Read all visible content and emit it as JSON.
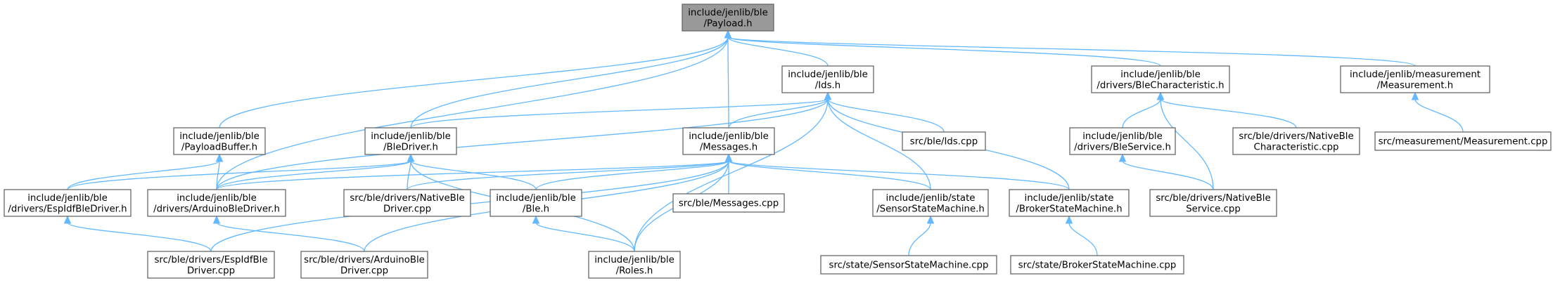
{
  "graph": {
    "nodes": [
      {
        "id": "payload",
        "lines": [
          "include/jenlib/ble",
          "/Payload.h"
        ],
        "root": true
      },
      {
        "id": "ids_h",
        "lines": [
          "include/jenlib/ble",
          "/Ids.h"
        ]
      },
      {
        "id": "blechar_h",
        "lines": [
          "include/jenlib/ble",
          "/drivers/BleCharacteristic.h"
        ]
      },
      {
        "id": "measurement_h",
        "lines": [
          "include/jenlib/measurement",
          "/Measurement.h"
        ]
      },
      {
        "id": "payloadbuffer_h",
        "lines": [
          "include/jenlib/ble",
          "/PayloadBuffer.h"
        ]
      },
      {
        "id": "bledriver_h",
        "lines": [
          "include/jenlib/ble",
          "/BleDriver.h"
        ]
      },
      {
        "id": "messages_h",
        "lines": [
          "include/jenlib/ble",
          "/Messages.h"
        ]
      },
      {
        "id": "ids_cpp",
        "lines": [
          "src/ble/Ids.cpp"
        ]
      },
      {
        "id": "bleservice_h",
        "lines": [
          "include/jenlib/ble",
          "/drivers/BleService.h"
        ]
      },
      {
        "id": "nativeblechar_cpp",
        "lines": [
          "src/ble/drivers/NativeBle",
          "Characteristic.cpp"
        ]
      },
      {
        "id": "measurement_cpp",
        "lines": [
          "src/measurement/Measurement.cpp"
        ]
      },
      {
        "id": "espidf_h",
        "lines": [
          "include/jenlib/ble",
          "/drivers/EspIdfBleDriver.h"
        ]
      },
      {
        "id": "arduino_h",
        "lines": [
          "include/jenlib/ble",
          "/drivers/ArduinoBleDriver.h"
        ]
      },
      {
        "id": "nativebledriver_cpp",
        "lines": [
          "src/ble/drivers/NativeBle",
          "Driver.cpp"
        ]
      },
      {
        "id": "ble_h",
        "lines": [
          "include/jenlib/ble",
          "/Ble.h"
        ]
      },
      {
        "id": "messages_cpp",
        "lines": [
          "src/ble/Messages.cpp"
        ]
      },
      {
        "id": "sensorsm_h",
        "lines": [
          "include/jenlib/state",
          "/SensorStateMachine.h"
        ]
      },
      {
        "id": "brokersm_h",
        "lines": [
          "include/jenlib/state",
          "/BrokerStateMachine.h"
        ]
      },
      {
        "id": "nativebleservice_cpp",
        "lines": [
          "src/ble/drivers/NativeBle",
          "Service.cpp"
        ]
      },
      {
        "id": "espidf_cpp",
        "lines": [
          "src/ble/drivers/EspIdfBle",
          "Driver.cpp"
        ]
      },
      {
        "id": "arduino_cpp",
        "lines": [
          "src/ble/drivers/ArduinoBle",
          "Driver.cpp"
        ]
      },
      {
        "id": "roles_h",
        "lines": [
          "include/jenlib/ble",
          "/Roles.h"
        ]
      },
      {
        "id": "sensorsm_cpp",
        "lines": [
          "src/state/SensorStateMachine.cpp"
        ]
      },
      {
        "id": "brokersm_cpp",
        "lines": [
          "src/state/BrokerStateMachine.cpp"
        ]
      }
    ],
    "edges": [
      [
        "payload",
        "ids_h"
      ],
      [
        "payload",
        "blechar_h"
      ],
      [
        "payload",
        "measurement_h"
      ],
      [
        "payload",
        "payloadbuffer_h"
      ],
      [
        "payload",
        "bledriver_h"
      ],
      [
        "payload",
        "messages_h"
      ],
      [
        "payload",
        "arduino_h"
      ],
      [
        "ids_h",
        "bledriver_h"
      ],
      [
        "ids_h",
        "messages_h"
      ],
      [
        "ids_h",
        "ids_cpp"
      ],
      [
        "ids_h",
        "arduino_h"
      ],
      [
        "ids_h",
        "sensorsm_h"
      ],
      [
        "ids_h",
        "brokersm_h"
      ],
      [
        "ids_h",
        "roles_h"
      ],
      [
        "blechar_h",
        "bleservice_h"
      ],
      [
        "blechar_h",
        "nativeblechar_cpp"
      ],
      [
        "blechar_h",
        "nativebleservice_cpp"
      ],
      [
        "measurement_h",
        "measurement_cpp"
      ],
      [
        "payloadbuffer_h",
        "espidf_h"
      ],
      [
        "payloadbuffer_h",
        "arduino_h"
      ],
      [
        "bledriver_h",
        "espidf_h"
      ],
      [
        "bledriver_h",
        "arduino_h"
      ],
      [
        "bledriver_h",
        "nativebledriver_cpp"
      ],
      [
        "bledriver_h",
        "ble_h"
      ],
      [
        "bledriver_h",
        "roles_h"
      ],
      [
        "messages_h",
        "nativebledriver_cpp"
      ],
      [
        "messages_h",
        "ble_h"
      ],
      [
        "messages_h",
        "messages_cpp"
      ],
      [
        "messages_h",
        "sensorsm_h"
      ],
      [
        "messages_h",
        "brokersm_h"
      ],
      [
        "messages_h",
        "roles_h"
      ],
      [
        "messages_h",
        "espidf_cpp"
      ],
      [
        "messages_h",
        "arduino_cpp"
      ],
      [
        "messages_h",
        "arduino_h"
      ],
      [
        "bleservice_h",
        "nativebleservice_cpp"
      ],
      [
        "espidf_h",
        "espidf_cpp"
      ],
      [
        "arduino_h",
        "arduino_cpp"
      ],
      [
        "ble_h",
        "roles_h"
      ],
      [
        "sensorsm_h",
        "sensorsm_cpp"
      ],
      [
        "brokersm_h",
        "brokersm_cpp"
      ]
    ]
  }
}
